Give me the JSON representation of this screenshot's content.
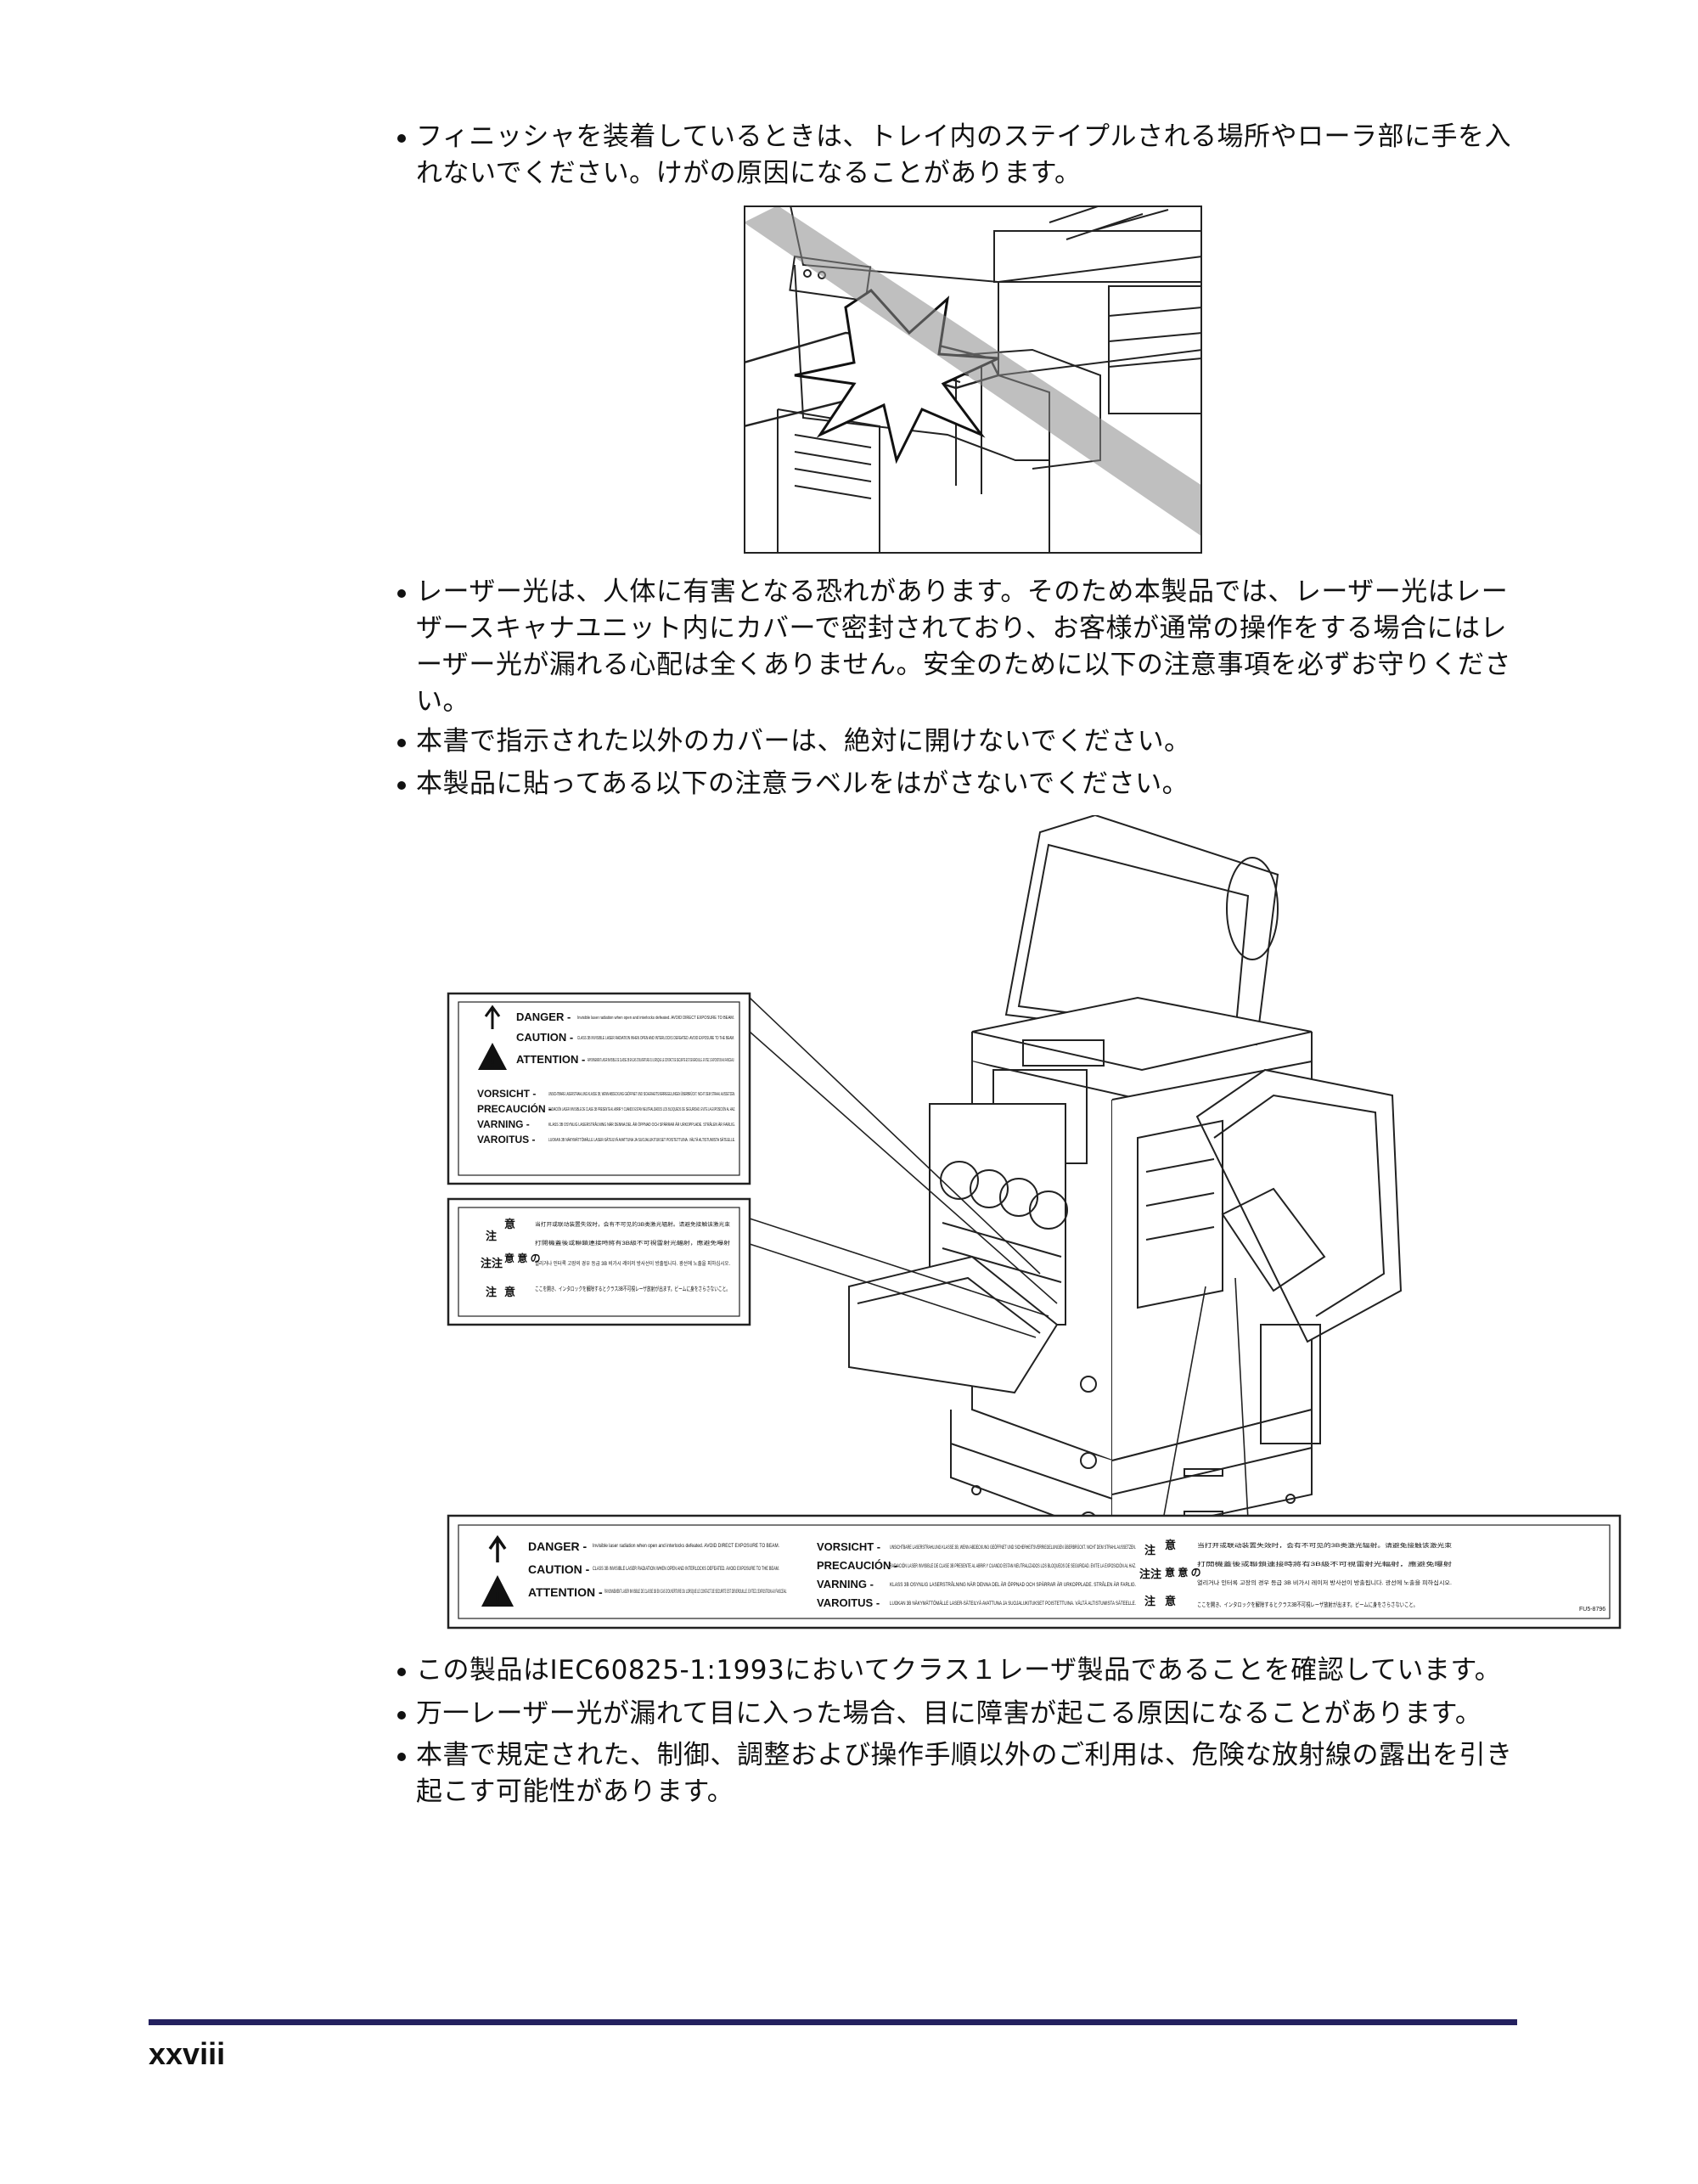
{
  "bullets": [
    "フィニッシャを装着しているときは、トレイ内のステイプルされる場所やローラ部に手を入れないでください。けがの原因になることがあります。",
    "レーザー光は、人体に有害となる恐れがあります。そのため本製品では、レーザー光はレーザースキャナユニット内にカバーで密封されており、お客様が通常の操作をする場合にはレーザー光が漏れる心配は全くありません。安全のために以下の注意事項を必ずお守りください。",
    "本書で指示された以外のカバーは、絶対に開けないでください。",
    "本製品に貼ってある以下の注意ラベルをはがさないでください。",
    "この製品はIEC60825-1:1993においてクラス１レーザ製品であることを確認しています。",
    "万一レーザー光が漏れて目に入った場合、目に障害が起こる原因になることがあります。",
    "本書で規定された、制御、調整および操作手順以外のご利用は、危険な放射線の露出を引き起こす可能性があります。"
  ],
  "labels": {
    "danger": "DANGER -",
    "caution": "CAUTION -",
    "attention": "ATTENTION -",
    "vorsicht": "VORSICHT -",
    "precaucion": "PRECAUCIÓN -",
    "varning": "VARNING -",
    "varoitus": "VAROITUS -",
    "danger_text": "Invisible laser radiation when open and interlocks defeated. AVOID DIRECT EXPOSURE TO BEAM.",
    "caution_text": "CLASS 3B INVISIBLE LASER RADIATION WHEN OPEN AND INTERLOCKS DEFEATED. AVOID EXPOSURE TO THE BEAM.",
    "attention_text": "RAYONNEMENT LASER INVISIBLE DE CLASSE 3B EN CAS D'OUVERTURE OU LORSQUE LE CONTACT DE SECURITE EST DEVEROUILLE. EVITEZ L'EXPOSITION AU FAISCEAU.",
    "vorsicht_text": "UNSICHTBARE LASERSTRAHLUNG KLASSE 3B, WENN ABDECKUNG GEÖFFNET UND SICHERHEITSVERRIEGELUNGEN ÜBERBRÜCKT. NICHT DEM STRAHL AUSSETZEN.",
    "precaucion_text": "RADIACIÓN LASER INVISIBLE DE CLASE 3B PRESENTE AL ABRIR Y CUANDO ESTAN NEUTRALIZADOS LOS BLOQUEOS DE SEGURIDAD. EVITE LA EXPOSICIÓN AL HAZ.",
    "varning_text": "KLASS 3B OSYNLIG LASERSTRÅLNING NÄR DENNA DEL ÄR ÖPPNAD OCH SPÄRRAR ÄR URKOPPLADE. STRÅLEN ÄR FARLIG.",
    "varoitus_text": "LUOKAN 3B NÄKYMÄTTÖMÄLLE LASER-SÄTEILYÄ AVATTUNA JA SUOJALUKITUKSET POISTETTUINA. VÄLTÄ ALTISTUMISTA SÄTEELLE.",
    "jp_c1": "注",
    "jp_c2": "注注",
    "jp_c3": "注",
    "jp_i1": "意",
    "jp_i2": "意 意 の",
    "jp_i3": "意",
    "cn_text": "当打开或联动装置失效时，会有不可见的3B类激光辐射。请避免接触该激光束",
    "tw_text": "打開機蓋後或聯鎖連接時將有3B級不可視雷射光輻射，應避免曝射",
    "kr_text": "열리거나 인터록 고장의 경우 등급 3B 비가시 레이저 방사선이 방출됩니다. 광선에 노출을 피하십시오.",
    "ja_text": "ここを開き、インタロックを解除するとクラス3B不可視レーザ放射が出ます。ビームに身をさらさないこと。",
    "code": "FU5-8796"
  },
  "page_number": "xxviii"
}
